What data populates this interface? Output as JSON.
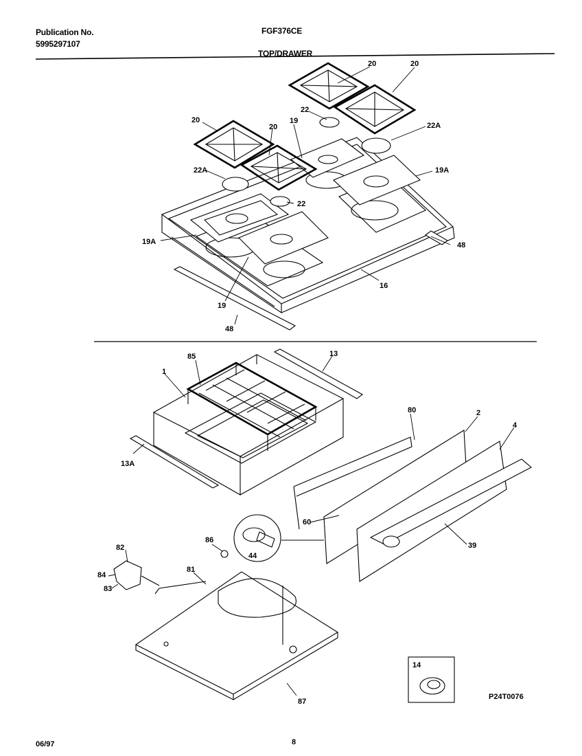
{
  "header": {
    "publication_label": "Publication No.",
    "publication_number": "5995297107",
    "model": "FGF376CE",
    "section": "TOP/DRAWER"
  },
  "footer": {
    "date": "06/97",
    "page": "8",
    "drawing_code": "P24T0076"
  },
  "callouts": {
    "grate_a": "20",
    "grate_b": "20",
    "grate_c": "20",
    "grate_d": "20",
    "cap_22_top": "22",
    "cap_22_mid": "22",
    "cap_22a_right": "22A",
    "cap_22a_left": "22A",
    "pan_19_top": "19",
    "pan_19_bottom": "19",
    "pan_19a_right": "19A",
    "pan_19a_left": "19A",
    "trim_48_right": "48",
    "trim_48_bottom": "48",
    "top_16": "16",
    "drawer_1": "1",
    "rack_85": "85",
    "slide_13": "13",
    "slide_13a": "13A",
    "front_2": "2",
    "panel_4": "4",
    "rod_80": "80",
    "screw_60": "60",
    "handle_39": "39",
    "knob_44": "44",
    "clip_86": "86",
    "element_81": "81",
    "part_82": "82",
    "part_84": "84",
    "part_83": "83",
    "pan_87": "87",
    "box_14": "14"
  }
}
